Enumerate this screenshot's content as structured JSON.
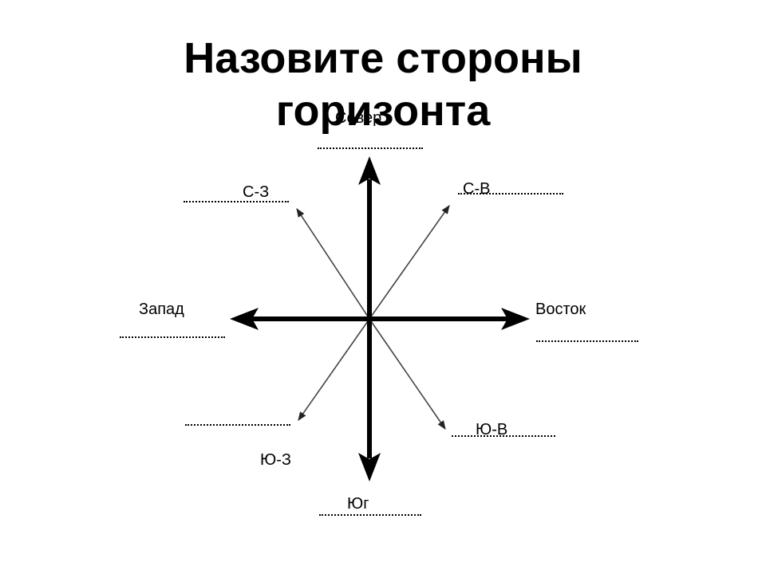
{
  "title": {
    "line1": "Назовите стороны",
    "line2": "горизонта"
  },
  "directions": {
    "north": "Север",
    "south": "Юг",
    "west": "Запад",
    "east": "Восток",
    "northwest": "С-З",
    "northeast": "С-В",
    "southwest": "Ю-З",
    "southeast": "Ю-В"
  }
}
